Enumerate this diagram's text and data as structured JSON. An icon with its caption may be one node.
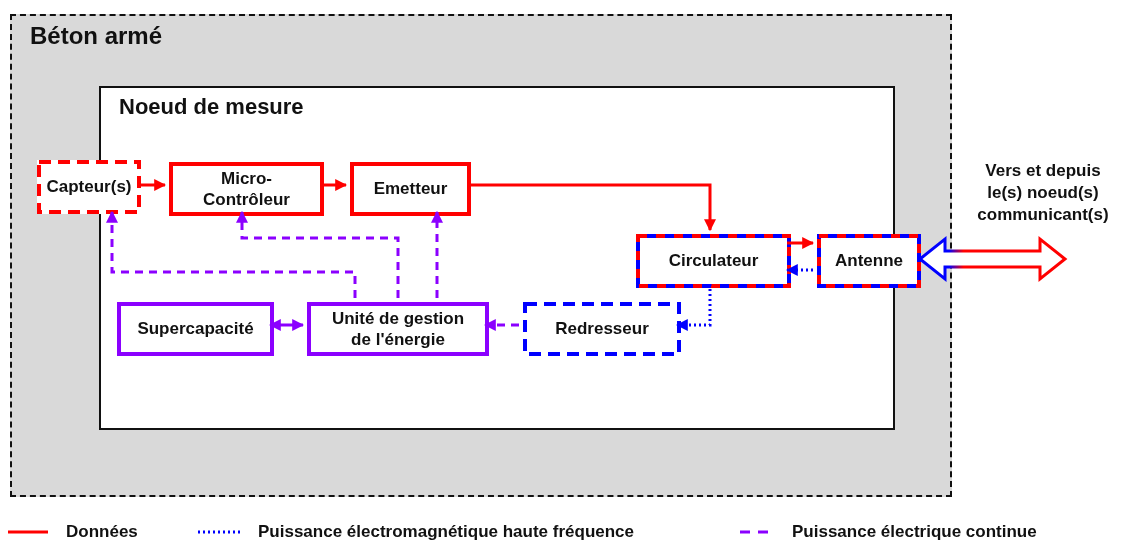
{
  "diagram": {
    "nodes": [
      {
        "text": [
          "Béton armé"
        ]
      },
      {
        "text": [
          "Noeud de mesure"
        ],
        "in": 0
      },
      {
        "text": [
          "Capteur(s)"
        ],
        "in": 0
      },
      {
        "text": [
          "Micro-Contrôleur"
        ],
        "in": 1
      },
      {
        "text": [
          "Emetteur"
        ],
        "in": 1
      },
      {
        "text": [
          "Circulateur"
        ],
        "in": 1
      },
      {
        "text": [
          "Antenne"
        ],
        "in": 1
      },
      {
        "text": [
          "Supercapacité"
        ],
        "in": 1
      },
      {
        "text": [
          "Unité de gestion de l'énergie"
        ],
        "in": 1
      },
      {
        "text": [
          "Redresseur"
        ],
        "in": 1
      }
    ],
    "edges": [
      {
        "from": 2,
        "to": 3,
        "arrow": "to",
        "color": "#ff0000"
      },
      {
        "from": 3,
        "to": 4,
        "arrow": "to",
        "color": "#ff0000"
      },
      {
        "from": 4,
        "to": 5,
        "arrow": "to",
        "color": "#ff0000"
      },
      {
        "from": 5,
        "to": 6,
        "arrow": "to",
        "color": "#ff0000"
      },
      {
        "from": 6,
        "to": 5,
        "arrow": "to",
        "style": "dashed",
        "color": "#0000ff"
      },
      {
        "from": 5,
        "to": 9,
        "arrow": "to",
        "style": "dashed",
        "color": "#0000ff"
      },
      {
        "from": 9,
        "to": 8,
        "arrow": "to",
        "style": "dashed",
        "color": "#8b00ff"
      },
      {
        "from": 8,
        "to": 7,
        "arrow": "both",
        "color": "#8b00ff"
      },
      {
        "from": 8,
        "to": 2,
        "arrow": "to",
        "style": "dashed",
        "color": "#8b00ff"
      },
      {
        "from": 8,
        "to": 3,
        "arrow": "to",
        "style": "dashed",
        "color": "#8b00ff"
      },
      {
        "from": 8,
        "to": 4,
        "arrow": "to",
        "style": "dashed",
        "color": "#8b00ff"
      },
      {
        "from": 6,
        "to": null,
        "arrow": "both",
        "style": "thick",
        "color": "#ff0000"
      }
    ],
    "labels": [
      "Vers et depuis le(s) noeud(s) communicant(s)"
    ],
    "legend": [
      {
        "text": "Données"
      },
      {
        "text": "Puissance électromagnétique haute fréquence"
      },
      {
        "text": "Puissance électrique continue"
      }
    ]
  }
}
